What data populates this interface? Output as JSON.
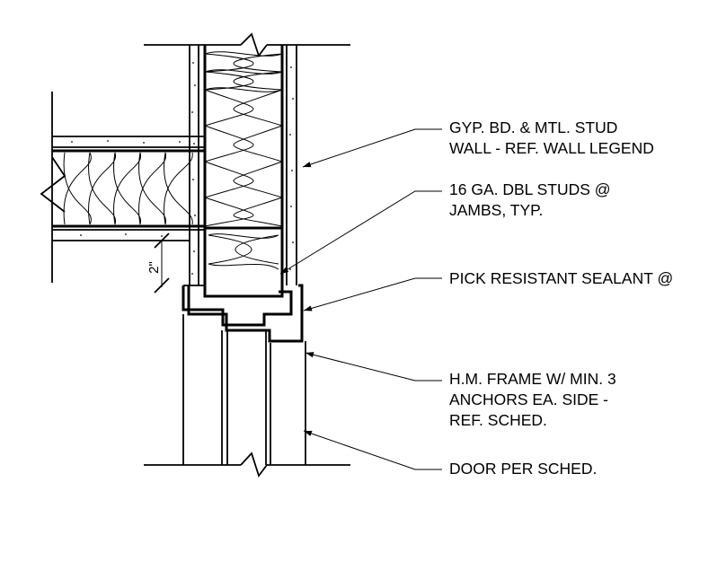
{
  "notes": {
    "gyp_line1": "GYP. BD. & MTL. STUD",
    "gyp_line2": "WALL - REF. WALL LEGEND",
    "studs_line1": "16 GA. DBL STUDS @",
    "studs_line2": "JAMBS, TYP.",
    "sealant": "PICK RESISTANT SEALANT @",
    "frame_line1": "H.M. FRAME W/ MIN. 3",
    "frame_line2": "ANCHORS EA. SIDE -",
    "frame_line3": "REF. SCHED.",
    "door": "DOOR PER SCHED."
  },
  "dimension": {
    "label": "2\""
  }
}
